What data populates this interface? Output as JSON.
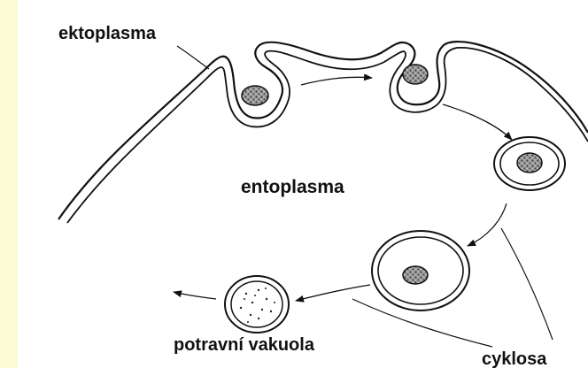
{
  "labels": {
    "ektoplasma": "ektoplasma",
    "entoplasma": "entoplasma",
    "potravni_vakuola": "potravní vakuola",
    "cyklosa": "cyklosa"
  },
  "colors": {
    "background": "#FDFBD4",
    "panel": "#ffffff",
    "ink": "#111111"
  }
}
